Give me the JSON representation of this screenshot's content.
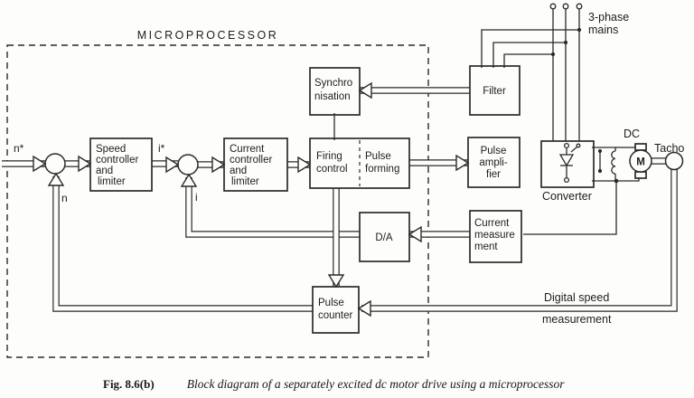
{
  "title": {
    "microprocessor": "MICROPROCESSOR"
  },
  "caption": {
    "fig": "Fig. 8.6(b)",
    "text": "Block diagram of a separately excited dc motor drive using a microprocessor"
  },
  "signals": {
    "n_ref": "n*",
    "n_fb": "n",
    "i_ref": "i*",
    "i_fb": "i"
  },
  "labels": {
    "three_phase_line1": "3-phase",
    "three_phase_line2": "mains",
    "dc": "DC",
    "tacho": "Tacho",
    "motor": "M",
    "converter": "Converter",
    "digital_speed_line1": "Digital speed",
    "digital_speed_line2": "measurement"
  },
  "blocks": {
    "speed_controller": [
      "Speed",
      "controller",
      "and",
      "limiter"
    ],
    "current_controller": [
      "Current",
      "controller",
      "and",
      "limiter"
    ],
    "synchronisation": [
      "Synchro",
      "nisation"
    ],
    "firing_control": [
      "Firing",
      "control"
    ],
    "pulse_forming": [
      "Pulse",
      "forming"
    ],
    "filter": [
      "Filter"
    ],
    "pulse_amplifier": [
      "Pulse",
      "ampli-",
      "fier"
    ],
    "da_converter": [
      "D/A"
    ],
    "current_measurement": [
      "Current",
      "measure",
      "ment"
    ],
    "pulse_counter": [
      "Pulse",
      "counter"
    ]
  },
  "colors": {
    "ink": "#2a2a2a",
    "paper": "#fdfdfb"
  }
}
